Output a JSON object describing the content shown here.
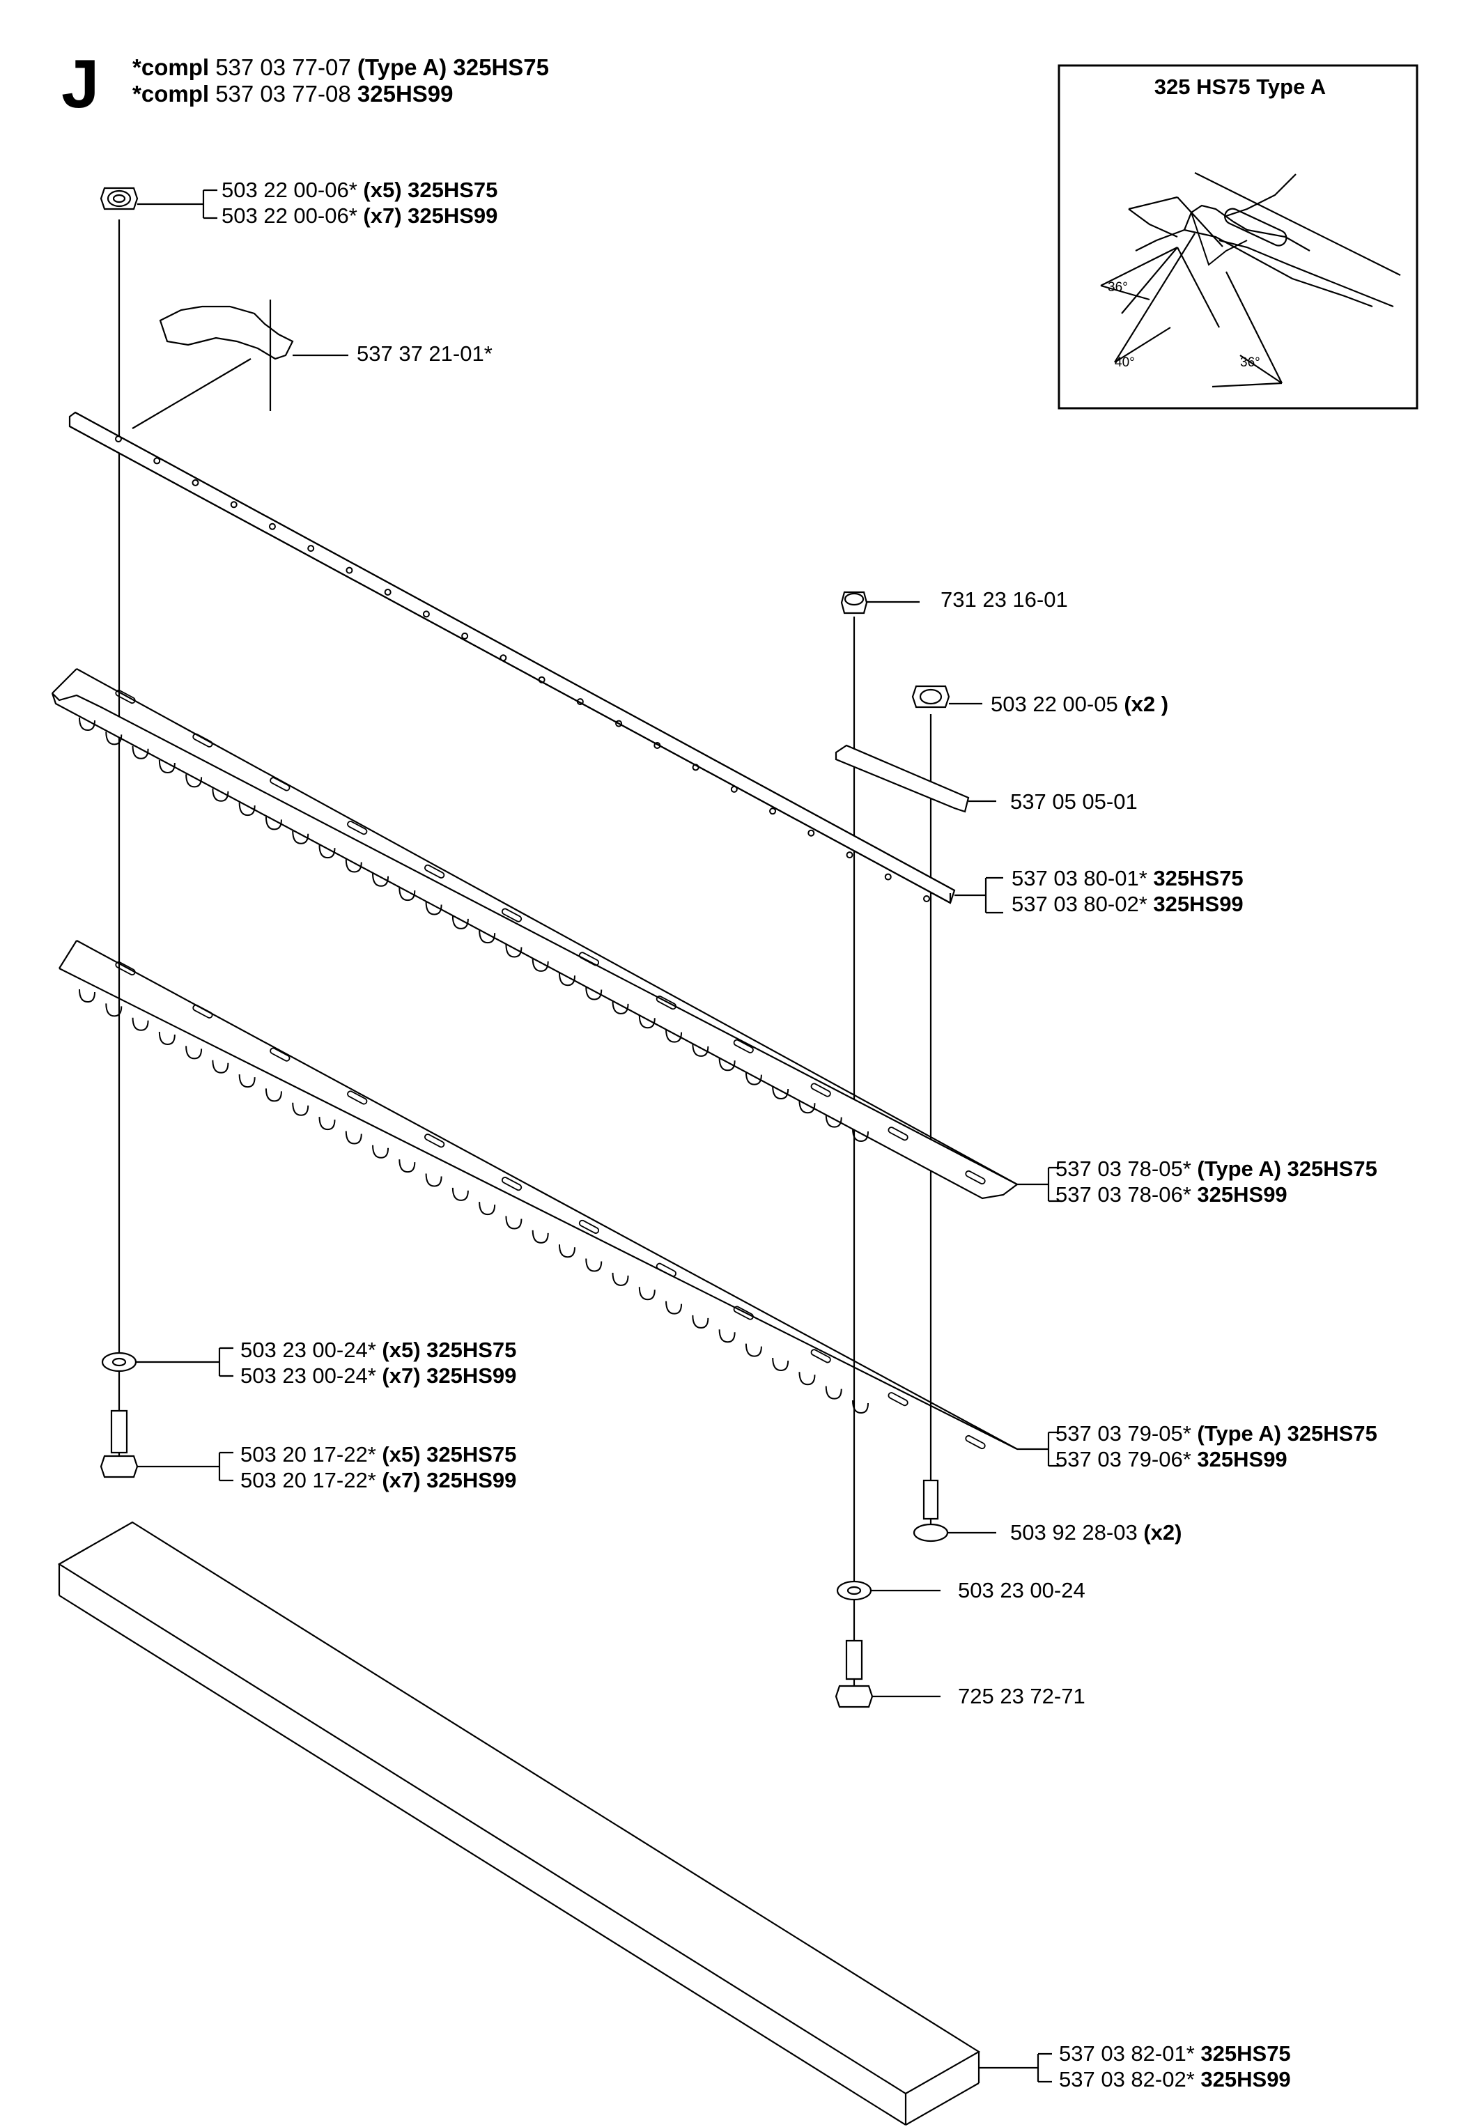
{
  "section_letter": "J",
  "header": [
    {
      "prefix": "*compl",
      "number": "537 03 77-07",
      "qual": "(Type A) 325HS75"
    },
    {
      "prefix": "*compl",
      "number": "537 03 77-08",
      "qual": "325HS99"
    }
  ],
  "inset": {
    "title": "325 HS75 Type A",
    "angles": [
      "36°",
      "40°",
      "36°"
    ]
  },
  "parts": {
    "nut_top": [
      {
        "num": "503 22 00-06*",
        "qual": "(x5) 325HS75"
      },
      {
        "num": "503 22 00-06*",
        "qual": "(x7) 325HS99"
      }
    ],
    "guide": {
      "num": "537 37 21-01*"
    },
    "nut_731": {
      "num": "731 23 16-01"
    },
    "nut_503_05": {
      "num": "503 22 00-05",
      "qual": "(x2 )"
    },
    "plate": {
      "num": "537 05 05-01"
    },
    "bar": [
      {
        "num": "537 03 80-01*",
        "qual": "325HS75"
      },
      {
        "num": "537 03 80-02*",
        "qual": "325HS99"
      }
    ],
    "blade_upper": [
      {
        "num": "537 03 78-05*",
        "qual": "(Type A) 325HS75"
      },
      {
        "num": "537 03 78-06*",
        "qual": "325HS99"
      }
    ],
    "washer_left": [
      {
        "num": "503 23 00-24*",
        "qual": "(x5) 325HS75"
      },
      {
        "num": "503 23 00-24*",
        "qual": "(x7) 325HS99"
      }
    ],
    "blade_lower": [
      {
        "num": "537 03 79-05*",
        "qual": "(Type A) 325HS75"
      },
      {
        "num": "537 03 79-06*",
        "qual": "325HS99"
      }
    ],
    "screw_left": [
      {
        "num": "503 20 17-22*",
        "qual": "(x5) 325HS75"
      },
      {
        "num": "503 20 17-22*",
        "qual": "(x7) 325HS99"
      }
    ],
    "screw_right": {
      "num": "503 92 28-03",
      "qual": "(x2)"
    },
    "washer_right": {
      "num": "503 23 00-24"
    },
    "screw_725": {
      "num": "725 23 72-71"
    },
    "cover": [
      {
        "num": "537 03 82-01*",
        "qual": "325HS75"
      },
      {
        "num": "537 03 82-02*",
        "qual": "325HS99"
      }
    ]
  }
}
